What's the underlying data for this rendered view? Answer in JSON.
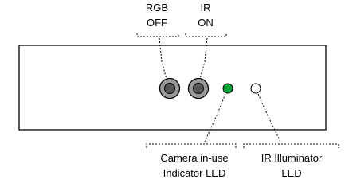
{
  "labels": {
    "rgb_top": "RGB",
    "rgb_bottom": "OFF",
    "ir_top": "IR",
    "ir_bottom": "ON",
    "camera_led_line1": "Camera in-use",
    "camera_led_line2": "Indicator LED",
    "ir_illuminator_line1": "IR Illuminator",
    "ir_illuminator_line2": "LED"
  },
  "icons": {
    "rgb_camera": "camera-lens-icon",
    "ir_camera": "camera-lens-icon",
    "camera_led": "led-icon",
    "ir_illuminator": "led-icon"
  },
  "colors": {
    "camera_led_on": "#00a33a",
    "ir_illuminator": "#ffffff",
    "lens_outer": "#999999",
    "lens_inner": "#555555",
    "outline": "#000000"
  }
}
